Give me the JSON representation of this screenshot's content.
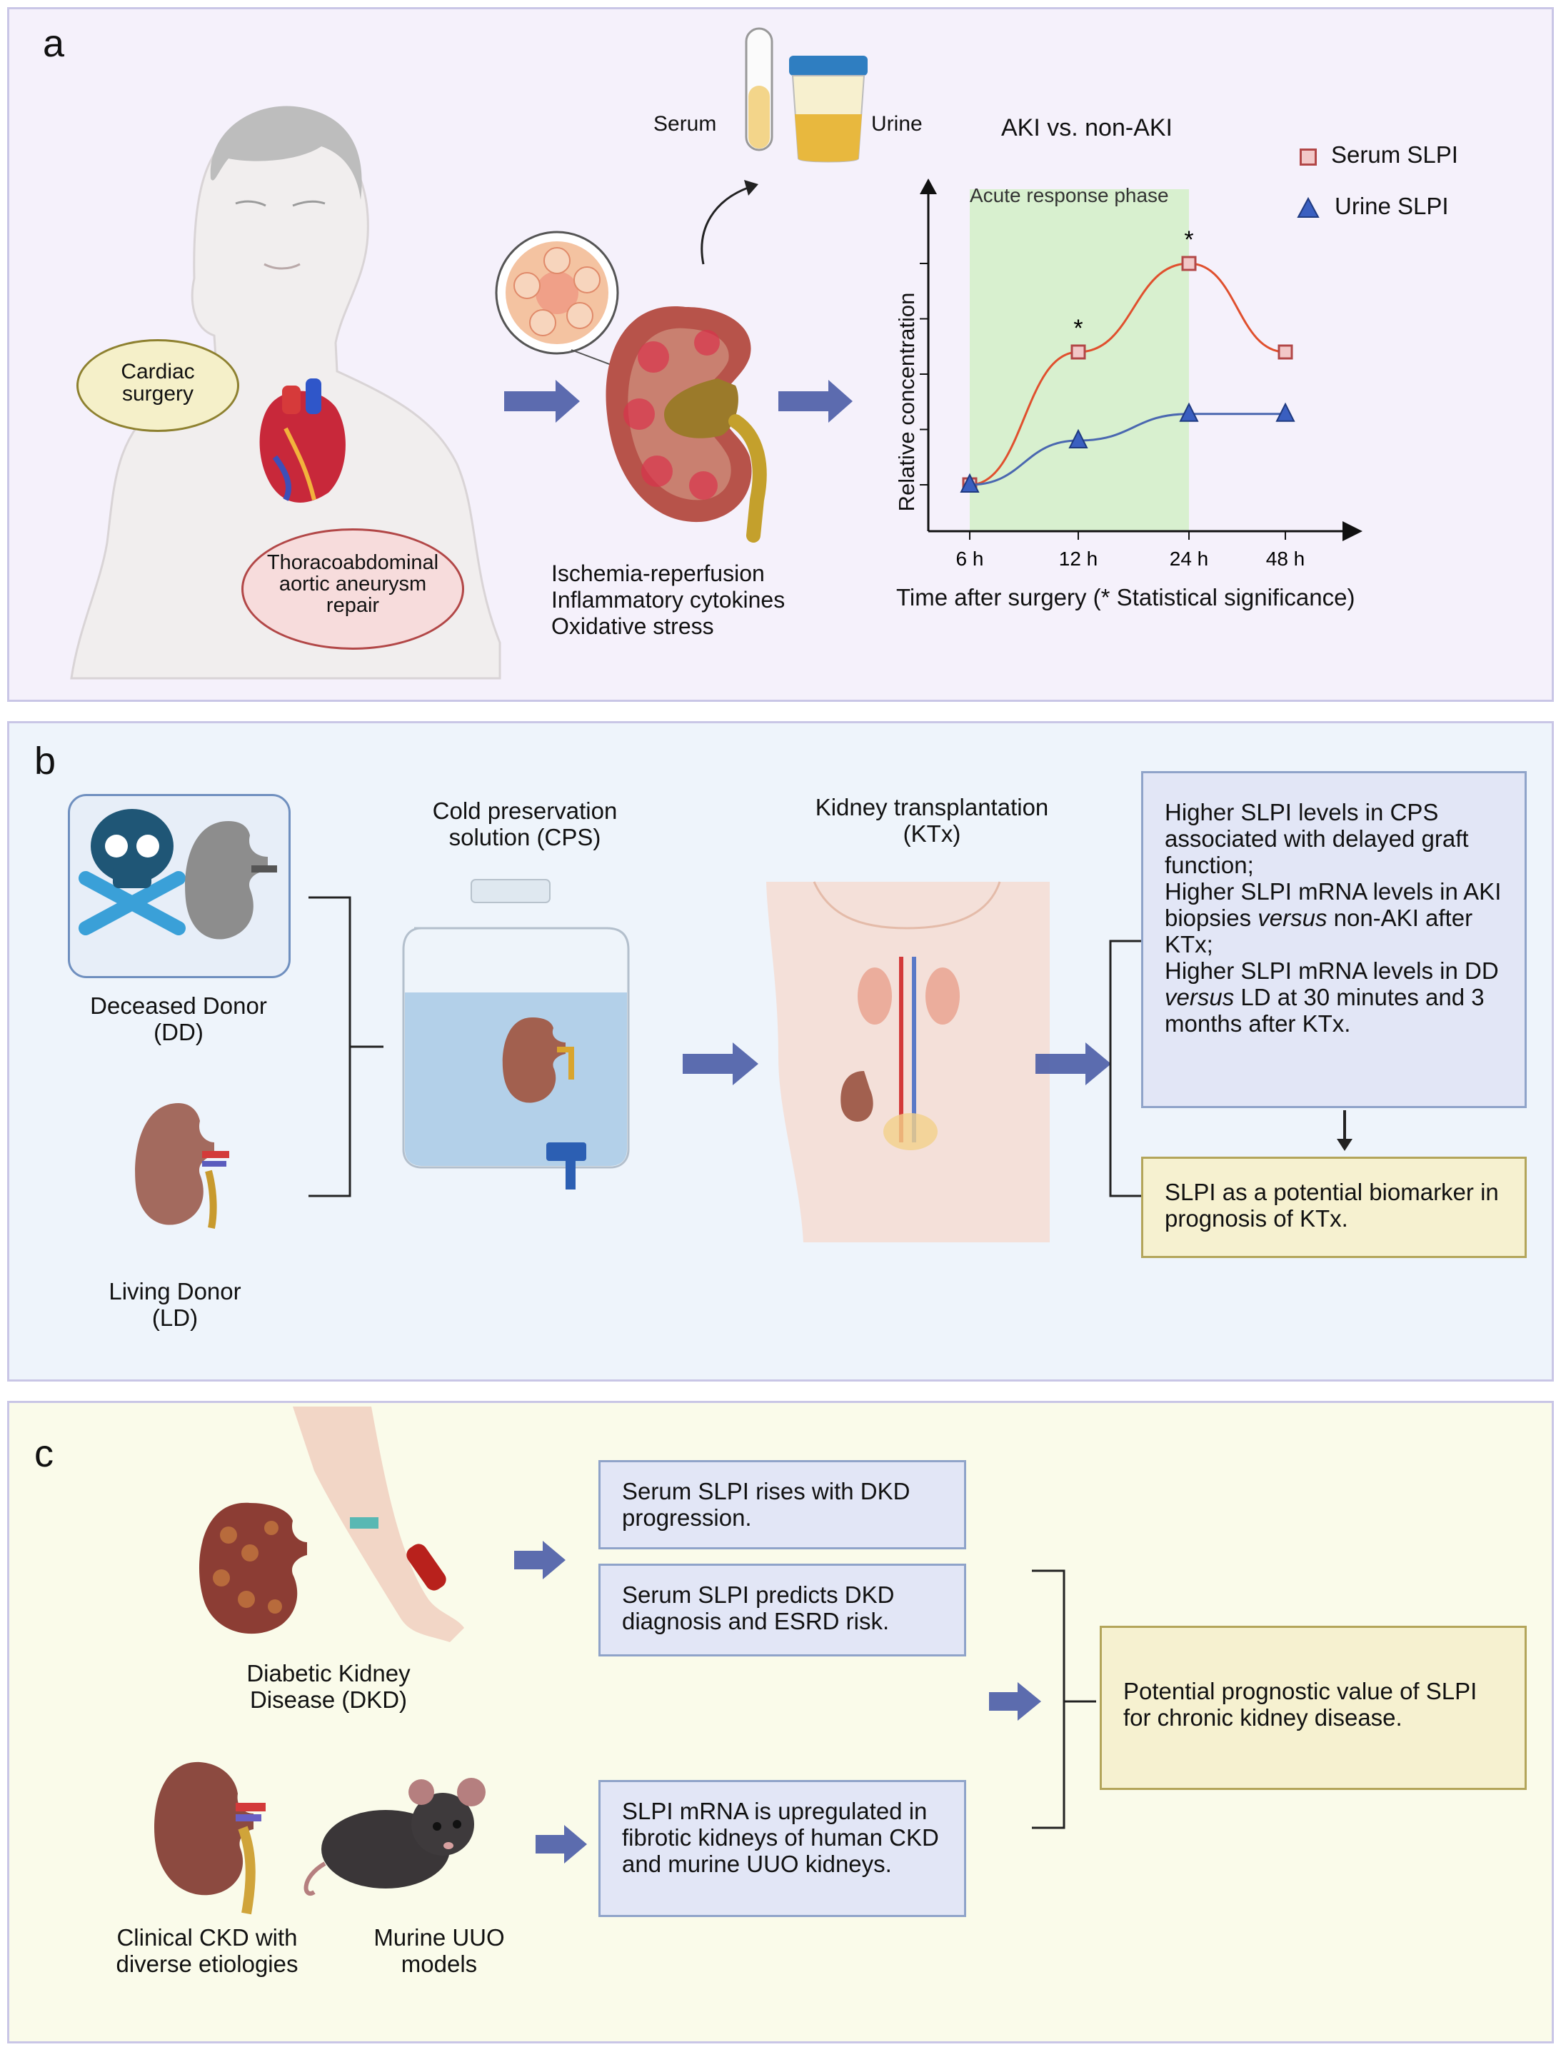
{
  "panel_a": {
    "letter": "a",
    "serum": "Serum",
    "urine": "Urine",
    "cardiac": "Cardiac\nsurgery",
    "taaa": "Thoracoabdominal\naortic aneurysm\nrepair",
    "insults": "Ischemia-reperfusion\nInflammatory cytokines\nOxidative stress"
  },
  "chart_data": {
    "type": "line",
    "title": "AKI vs. non-AKI",
    "shaded_region_label": "Acute response phase",
    "xlabel": "Time after surgery  (* Statistical significance)",
    "ylabel": "Relative concentration",
    "categories": [
      "6 h",
      "12 h",
      "24 h",
      "48 h"
    ],
    "series": [
      {
        "name": "Serum SLPI",
        "marker": "square",
        "color": "#e0502e",
        "values": [
          1.0,
          4.0,
          6.0,
          4.0
        ],
        "significance": [
          "",
          "*",
          "*",
          ""
        ]
      },
      {
        "name": "Urine SLPI",
        "marker": "triangle",
        "color": "#4a67b0",
        "values": [
          1.0,
          2.0,
          2.6,
          2.6
        ],
        "significance": [
          "",
          "",
          "",
          ""
        ]
      }
    ],
    "legend_position": "top-right",
    "grid": false,
    "y_ticks_labeled": false
  },
  "panel_b": {
    "letter": "b",
    "dd": "Deceased Donor\n(DD)",
    "ld": "Living Donor\n(LD)",
    "cps": "Cold preservation\nsolution (CPS)",
    "ktx": "Kidney transplantation\n(KTx)",
    "findings": {
      "l1": "Higher SLPI levels in CPS associated with delayed graft function;",
      "l2a": "Higher SLPI mRNA levels in AKI biopsies ",
      "l2b": "versus",
      "l2c": " non-AKI after KTx;",
      "l3a": "Higher SLPI mRNA levels in DD ",
      "l3b": "versus",
      "l3c": " LD at 30 minutes and 3 months after KTx."
    },
    "biomarker": "SLPI as a potential biomarker in prognosis of KTx."
  },
  "panel_c": {
    "letter": "c",
    "dkd": "Diabetic Kidney\nDisease (DKD)",
    "ckd": "Clinical CKD with\ndiverse etiologies",
    "uuo": "Murine UUO\nmodels",
    "box1": "Serum SLPI rises with DKD progression.",
    "box2": "Serum SLPI predicts DKD diagnosis and ESRD risk.",
    "box3": "SLPI mRNA is upregulated in fibrotic kidneys of human CKD and murine UUO kidneys.",
    "box4": "Potential prognostic value of SLPI for chronic kidney disease."
  },
  "colors": {
    "panel_a_bg": "#f5f1fb",
    "panel_b_bg": "#eef4fb",
    "panel_c_bg": "#fafbea",
    "arrow": "#4e5fa8",
    "shade": "#d8f0cf"
  }
}
